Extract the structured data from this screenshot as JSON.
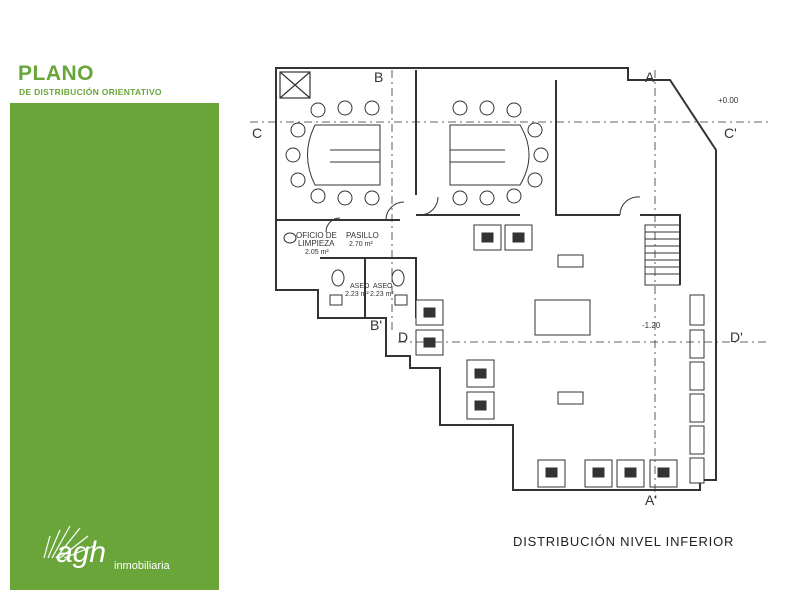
{
  "header": {
    "title": "PLANO",
    "subtitle": "DE DISTRIBUCIÓN ORIENTATIVO"
  },
  "brand": {
    "logo_text": "agh",
    "logo_subtext": "inmobiliaria",
    "accent_color": "#6aa53a"
  },
  "caption": "DISTRIBUCIÓN NIVEL INFERIOR",
  "plan": {
    "room_labels": {
      "oficio_line1": "OFICIO DE",
      "oficio_line2": "LIMPIEZA",
      "oficio_area": "2.05 m²",
      "pasillo": "PASILLO",
      "pasillo_area": "2.70 m²",
      "aseo_1": "ASEO",
      "aseo_1_area": "2.23 m²",
      "aseo_2": "ASEO",
      "aseo_2_area": "2.23 m²"
    },
    "levels": {
      "top": "+0.00",
      "lower": "-1.20"
    },
    "section_marks": {
      "a_top": "A",
      "a_bottom": "A'",
      "b_top": "B",
      "b_bottom": "B'",
      "c_left": "C",
      "c_right": "C'",
      "d_left": "D",
      "d_right": "D'"
    }
  }
}
